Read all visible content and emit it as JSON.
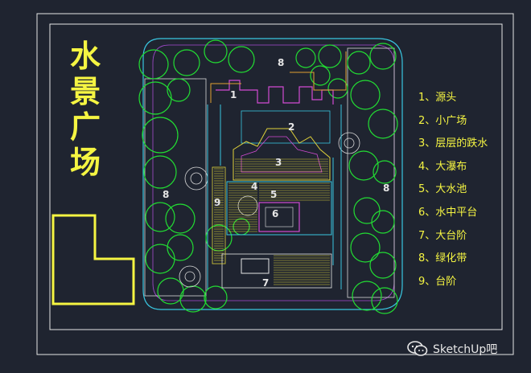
{
  "title": "水景广场",
  "legend": [
    "1、源头",
    "2、小广场",
    "3、层层的跌水",
    "4、大瀑布",
    "5、大水池",
    "6、水中平台",
    "7、大台阶",
    "8、绿化带",
    "9、台阶"
  ],
  "plan_labels": [
    "1",
    "2",
    "3",
    "4",
    "5",
    "6",
    "7",
    "8",
    "9"
  ],
  "watermark": "SketchUp吧",
  "icons": {
    "watermark": "wechat-icon"
  },
  "colors": {
    "background": "#1f2430",
    "text": "#f5f542",
    "frame": "#e6e6e6",
    "trees": "#22dd33",
    "edges": "#39c6e0",
    "steps": "#e0d23a",
    "walls": "#d24bd2"
  }
}
